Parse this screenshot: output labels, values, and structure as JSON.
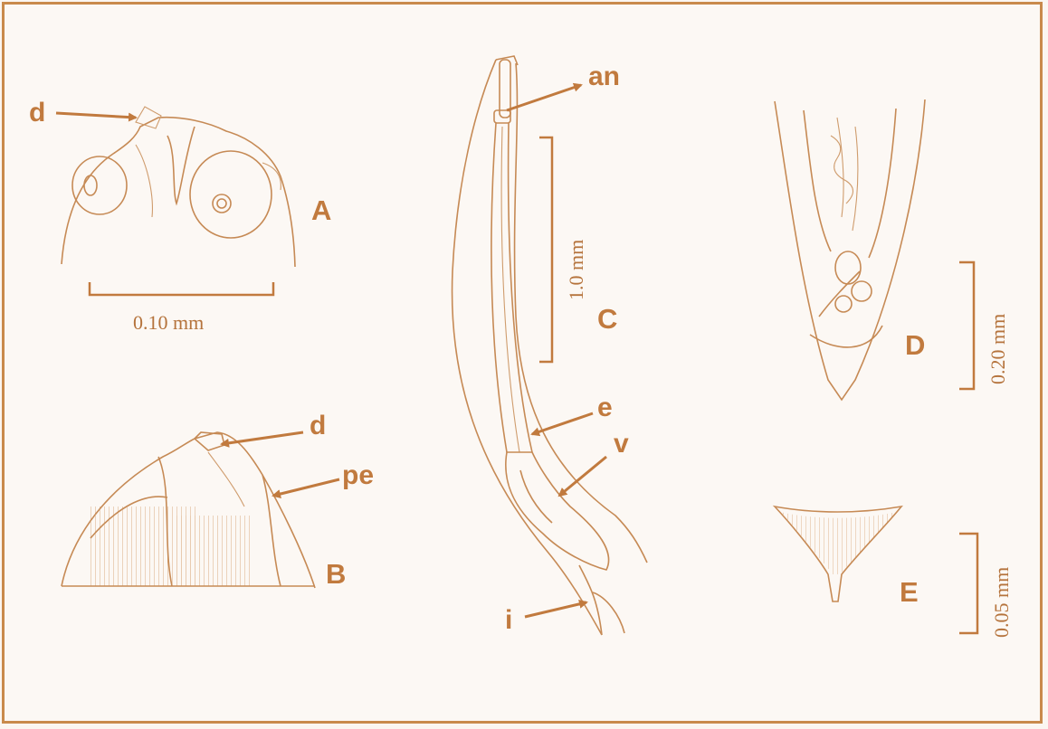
{
  "figure": {
    "labels": {
      "d_top": "d",
      "d_mid": "d",
      "pe": "pe",
      "an": "an",
      "e": "e",
      "v": "v",
      "i": "i"
    },
    "panels": {
      "a": "A",
      "b": "B",
      "c": "C",
      "d": "D",
      "e": "E"
    },
    "scale_bars": {
      "a": "0.10 mm",
      "c": "1.0 mm",
      "d": "0.20 mm",
      "e": "0.05 mm"
    },
    "colors": {
      "frame": "#c98a4c",
      "ink": "#c17a3e",
      "background": "#fcf8f4"
    }
  }
}
